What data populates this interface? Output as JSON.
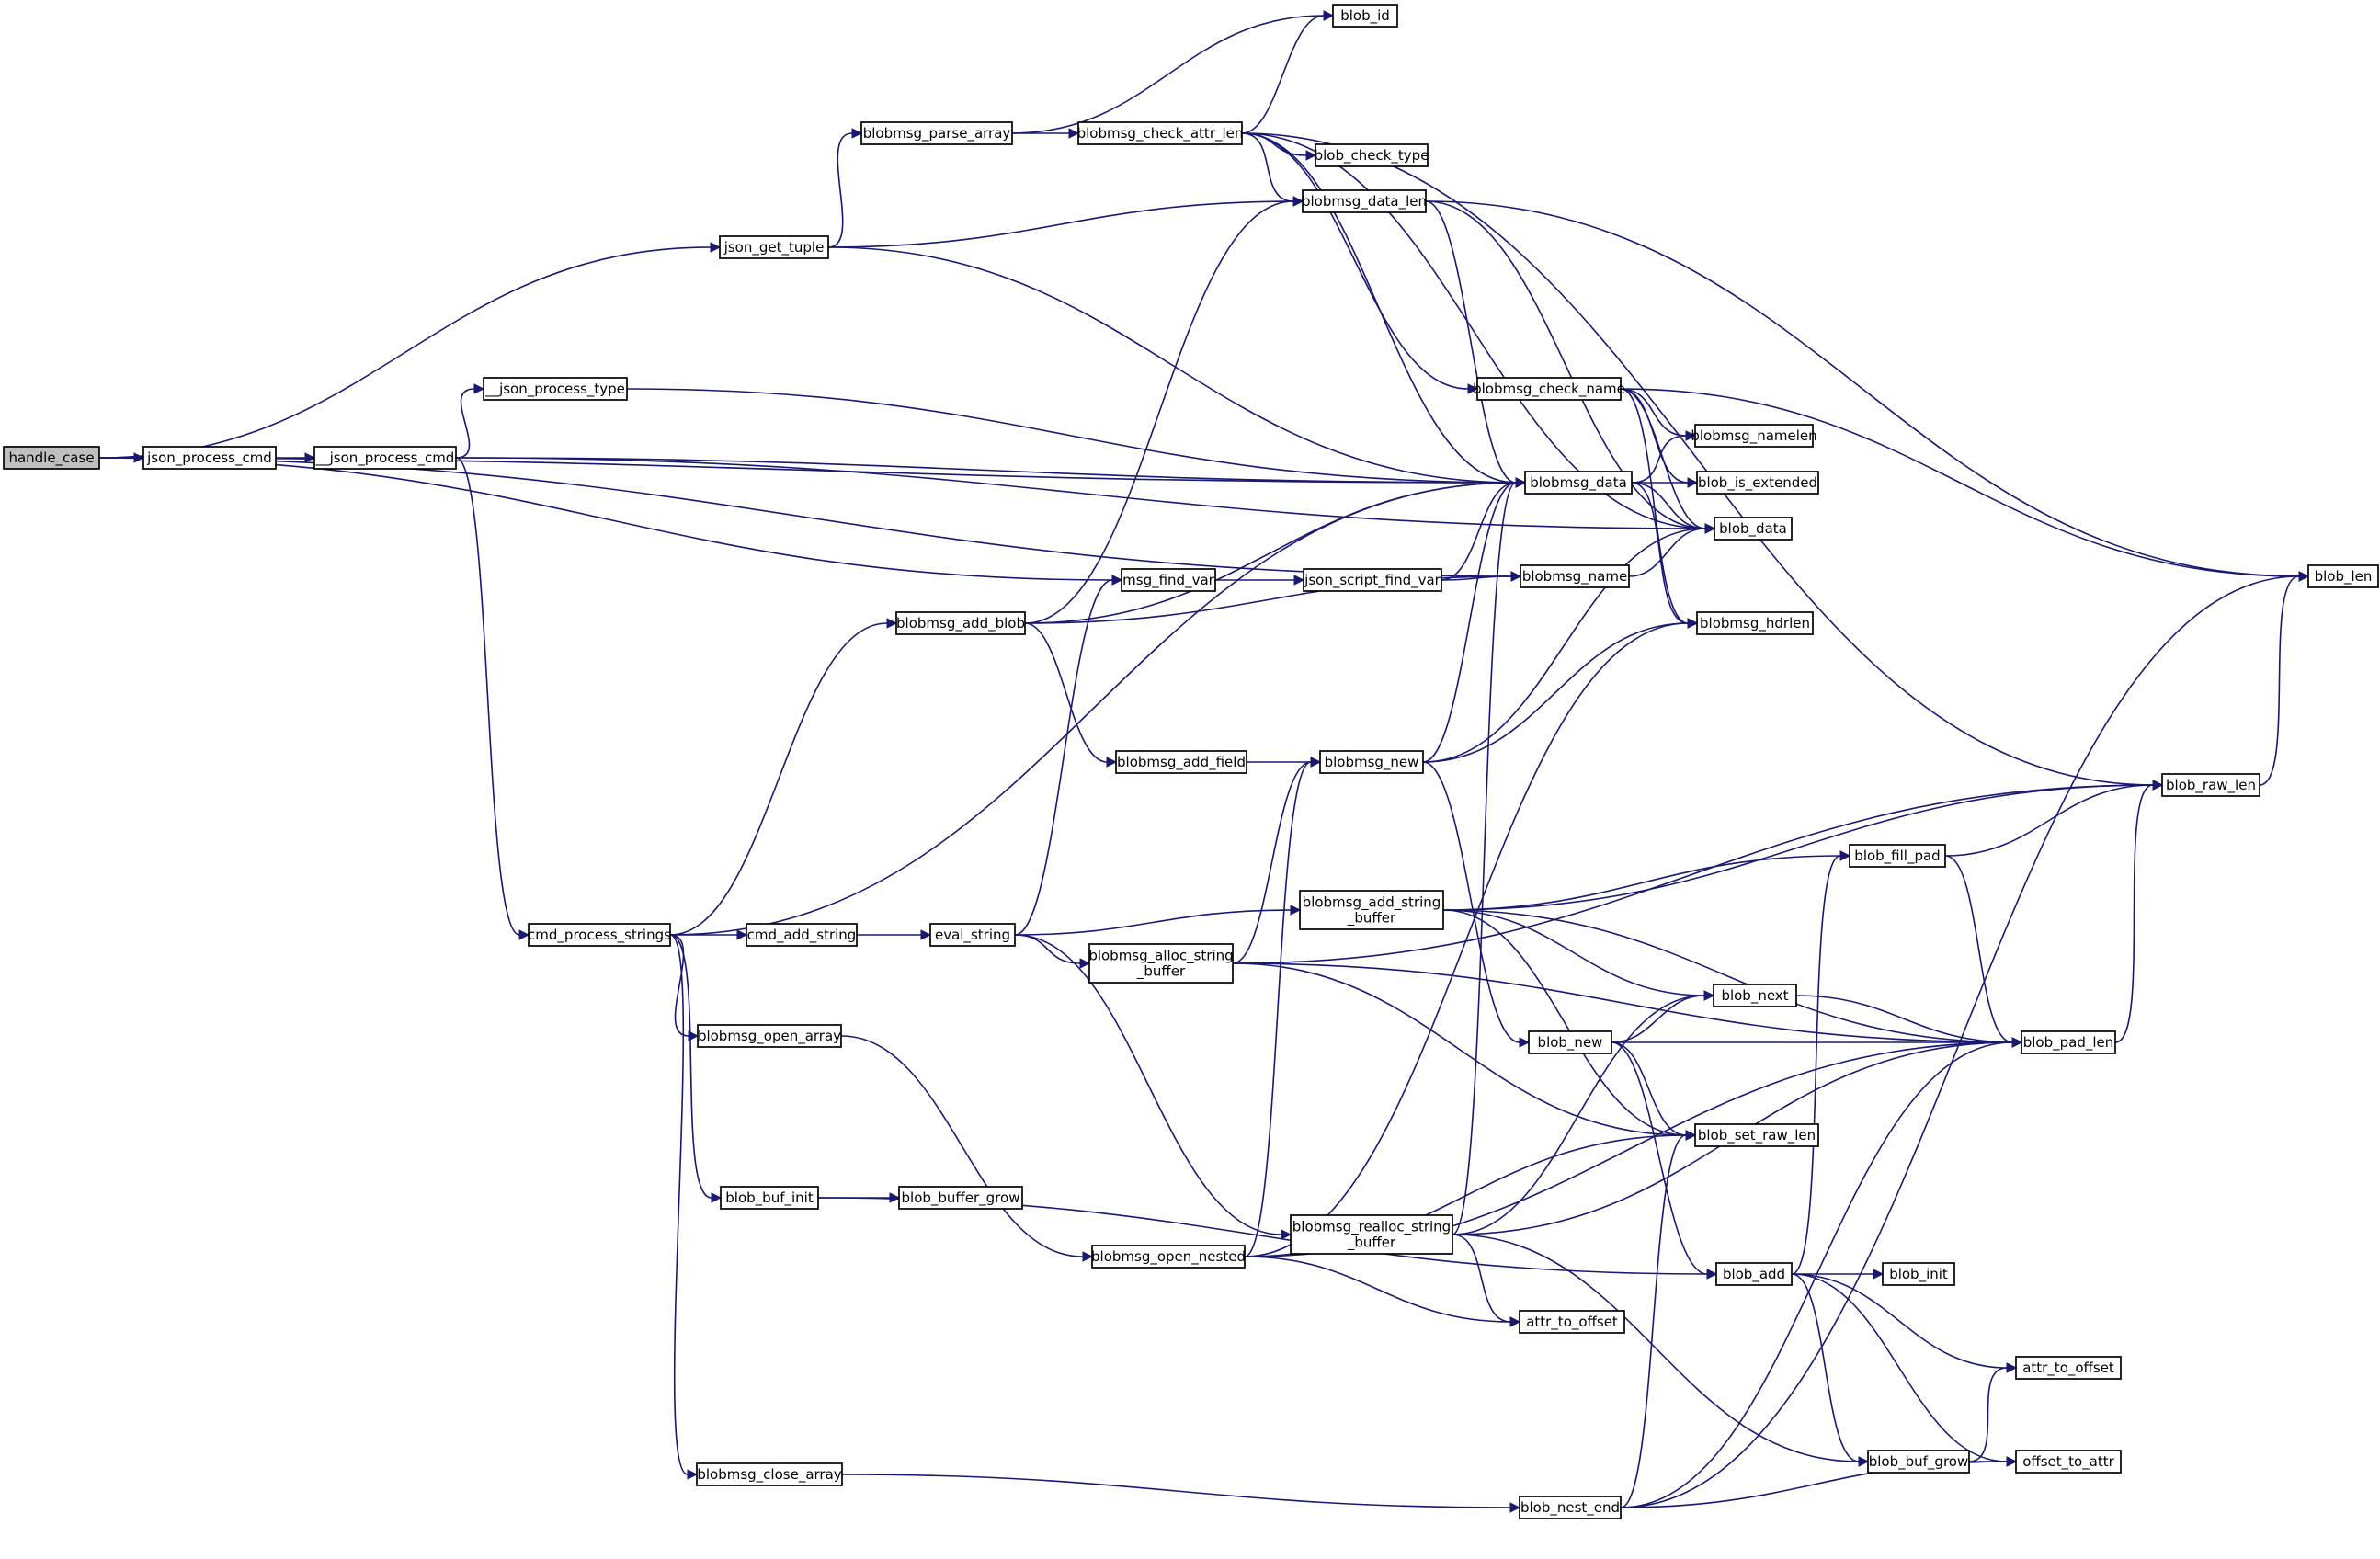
{
  "diagram": {
    "root": "handle_case",
    "nodes": [
      {
        "id": "handle_case",
        "label": [
          "handle_case"
        ]
      },
      {
        "id": "json_process_cmd",
        "label": [
          "json_process_cmd"
        ]
      },
      {
        "id": "__json_process_cmd",
        "label": [
          "__json_process_cmd"
        ]
      },
      {
        "id": "__json_process_type",
        "label": [
          "__json_process_type"
        ]
      },
      {
        "id": "json_get_tuple",
        "label": [
          "json_get_tuple"
        ]
      },
      {
        "id": "blobmsg_parse_array",
        "label": [
          "blobmsg_parse_array"
        ]
      },
      {
        "id": "blobmsg_check_attr_len",
        "label": [
          "blobmsg_check_attr_len"
        ]
      },
      {
        "id": "blob_id",
        "label": [
          "blob_id"
        ]
      },
      {
        "id": "blob_check_type",
        "label": [
          "blob_check_type"
        ]
      },
      {
        "id": "blobmsg_data_len",
        "label": [
          "blobmsg_data_len"
        ]
      },
      {
        "id": "blobmsg_check_name",
        "label": [
          "blobmsg_check_name"
        ]
      },
      {
        "id": "blobmsg_namelen",
        "label": [
          "blobmsg_namelen"
        ]
      },
      {
        "id": "blobmsg_data",
        "label": [
          "blobmsg_data"
        ]
      },
      {
        "id": "blob_is_extended",
        "label": [
          "blob_is_extended"
        ]
      },
      {
        "id": "blob_data",
        "label": [
          "blob_data"
        ]
      },
      {
        "id": "blob_len",
        "label": [
          "blob_len"
        ]
      },
      {
        "id": "blobmsg_name",
        "label": [
          "blobmsg_name"
        ]
      },
      {
        "id": "blobmsg_hdrlen",
        "label": [
          "blobmsg_hdrlen"
        ]
      },
      {
        "id": "msg_find_var",
        "label": [
          "msg_find_var"
        ]
      },
      {
        "id": "json_script_find_var",
        "label": [
          "json_script_find_var"
        ]
      },
      {
        "id": "blobmsg_add_blob",
        "label": [
          "blobmsg_add_blob"
        ]
      },
      {
        "id": "blobmsg_add_field",
        "label": [
          "blobmsg_add_field"
        ]
      },
      {
        "id": "blobmsg_new",
        "label": [
          "blobmsg_new"
        ]
      },
      {
        "id": "blob_raw_len",
        "label": [
          "blob_raw_len"
        ]
      },
      {
        "id": "blob_fill_pad",
        "label": [
          "blob_fill_pad"
        ]
      },
      {
        "id": "cmd_process_strings",
        "label": [
          "cmd_process_strings"
        ]
      },
      {
        "id": "cmd_add_string",
        "label": [
          "cmd_add_string"
        ]
      },
      {
        "id": "eval_string",
        "label": [
          "eval_string"
        ]
      },
      {
        "id": "blobmsg_add_string_buffer",
        "label": [
          "blobmsg_add_string",
          "_buffer"
        ]
      },
      {
        "id": "blobmsg_alloc_string_buffer",
        "label": [
          "blobmsg_alloc_string",
          "_buffer"
        ]
      },
      {
        "id": "blob_next",
        "label": [
          "blob_next"
        ]
      },
      {
        "id": "blob_new",
        "label": [
          "blob_new"
        ]
      },
      {
        "id": "blob_pad_len",
        "label": [
          "blob_pad_len"
        ]
      },
      {
        "id": "blobmsg_open_array",
        "label": [
          "blobmsg_open_array"
        ]
      },
      {
        "id": "blob_set_raw_len",
        "label": [
          "blob_set_raw_len"
        ]
      },
      {
        "id": "blob_buf_init",
        "label": [
          "blob_buf_init"
        ]
      },
      {
        "id": "blob_buffer_grow",
        "label": [
          "blob_buffer_grow"
        ]
      },
      {
        "id": "blobmsg_realloc_string_buffer",
        "label": [
          "blobmsg_realloc_string",
          "_buffer"
        ]
      },
      {
        "id": "blobmsg_open_nested",
        "label": [
          "blobmsg_open_nested"
        ]
      },
      {
        "id": "blob_add",
        "label": [
          "blob_add"
        ]
      },
      {
        "id": "blob_init",
        "label": [
          "blob_init"
        ]
      },
      {
        "id": "attr_to_offset_1",
        "label": [
          "attr_to_offset"
        ]
      },
      {
        "id": "attr_to_offset_2",
        "label": [
          "attr_to_offset"
        ]
      },
      {
        "id": "blob_buf_grow",
        "label": [
          "blob_buf_grow"
        ]
      },
      {
        "id": "offset_to_attr",
        "label": [
          "offset_to_attr"
        ]
      },
      {
        "id": "blobmsg_close_array",
        "label": [
          "blobmsg_close_array"
        ]
      },
      {
        "id": "blob_nest_end",
        "label": [
          "blob_nest_end"
        ]
      }
    ],
    "edges": [
      [
        "handle_case",
        "json_process_cmd"
      ],
      [
        "handle_case",
        "json_get_tuple"
      ],
      [
        "handle_case",
        "blobmsg_data"
      ],
      [
        "handle_case",
        "msg_find_var"
      ],
      [
        "handle_case",
        "blobmsg_name"
      ],
      [
        "json_process_cmd",
        "__json_process_cmd"
      ],
      [
        "__json_process_cmd",
        "__json_process_type"
      ],
      [
        "__json_process_cmd",
        "blobmsg_data"
      ],
      [
        "__json_process_cmd",
        "blob_data"
      ],
      [
        "__json_process_cmd",
        "cmd_process_strings"
      ],
      [
        "__json_process_type",
        "blobmsg_data"
      ],
      [
        "json_get_tuple",
        "blobmsg_parse_array"
      ],
      [
        "json_get_tuple",
        "blobmsg_data_len"
      ],
      [
        "json_get_tuple",
        "blobmsg_data"
      ],
      [
        "blobmsg_parse_array",
        "blob_id"
      ],
      [
        "blobmsg_parse_array",
        "blobmsg_check_attr_len"
      ],
      [
        "blobmsg_check_attr_len",
        "blob_id"
      ],
      [
        "blobmsg_check_attr_len",
        "blob_raw_len"
      ],
      [
        "blobmsg_check_attr_len",
        "blobmsg_check_name"
      ],
      [
        "blobmsg_check_attr_len",
        "blob_check_type"
      ],
      [
        "blobmsg_check_attr_len",
        "blobmsg_data_len"
      ],
      [
        "blobmsg_check_attr_len",
        "blobmsg_data"
      ],
      [
        "blobmsg_check_attr_len",
        "blob_data"
      ],
      [
        "blobmsg_data_len",
        "blobmsg_data"
      ],
      [
        "blobmsg_data_len",
        "blob_data"
      ],
      [
        "blobmsg_data_len",
        "blob_len"
      ],
      [
        "blobmsg_check_name",
        "blobmsg_namelen"
      ],
      [
        "blobmsg_check_name",
        "blob_is_extended"
      ],
      [
        "blobmsg_check_name",
        "blob_data"
      ],
      [
        "blobmsg_check_name",
        "blobmsg_hdrlen"
      ],
      [
        "blobmsg_check_name",
        "blob_len"
      ],
      [
        "blobmsg_data",
        "blobmsg_namelen"
      ],
      [
        "blobmsg_data",
        "blob_is_extended"
      ],
      [
        "blobmsg_data",
        "blob_data"
      ],
      [
        "blobmsg_data",
        "blobmsg_hdrlen"
      ],
      [
        "blobmsg_name",
        "blob_data"
      ],
      [
        "msg_find_var",
        "json_script_find_var"
      ],
      [
        "json_script_find_var",
        "blobmsg_data"
      ],
      [
        "json_script_find_var",
        "blobmsg_name"
      ],
      [
        "blobmsg_add_blob",
        "blobmsg_data_len"
      ],
      [
        "blobmsg_add_blob",
        "blobmsg_data"
      ],
      [
        "blobmsg_add_blob",
        "blobmsg_name"
      ],
      [
        "blobmsg_add_blob",
        "blobmsg_add_field"
      ],
      [
        "blobmsg_add_field",
        "blobmsg_new"
      ],
      [
        "blobmsg_new",
        "blobmsg_data"
      ],
      [
        "blobmsg_new",
        "blobmsg_hdrlen"
      ],
      [
        "blobmsg_new",
        "blob_data"
      ],
      [
        "blobmsg_new",
        "blob_new"
      ],
      [
        "blob_raw_len",
        "blob_len"
      ],
      [
        "blob_fill_pad",
        "blob_raw_len"
      ],
      [
        "blob_fill_pad",
        "blob_pad_len"
      ],
      [
        "cmd_process_strings",
        "blobmsg_data"
      ],
      [
        "cmd_process_strings",
        "blobmsg_add_blob"
      ],
      [
        "cmd_process_strings",
        "cmd_add_string"
      ],
      [
        "cmd_process_strings",
        "blobmsg_open_array"
      ],
      [
        "cmd_process_strings",
        "blob_buf_init"
      ],
      [
        "cmd_process_strings",
        "blobmsg_close_array"
      ],
      [
        "cmd_add_string",
        "eval_string"
      ],
      [
        "eval_string",
        "msg_find_var"
      ],
      [
        "eval_string",
        "blobmsg_add_string_buffer"
      ],
      [
        "eval_string",
        "blobmsg_alloc_string_buffer"
      ],
      [
        "eval_string",
        "blobmsg_realloc_string_buffer"
      ],
      [
        "blobmsg_add_string_buffer",
        "blob_raw_len"
      ],
      [
        "blobmsg_add_string_buffer",
        "blob_fill_pad"
      ],
      [
        "blobmsg_add_string_buffer",
        "blob_next"
      ],
      [
        "blobmsg_add_string_buffer",
        "blob_pad_len"
      ],
      [
        "blobmsg_add_string_buffer",
        "blob_set_raw_len"
      ],
      [
        "blobmsg_alloc_string_buffer",
        "blobmsg_new"
      ],
      [
        "blobmsg_alloc_string_buffer",
        "blob_raw_len"
      ],
      [
        "blobmsg_alloc_string_buffer",
        "blob_pad_len"
      ],
      [
        "blobmsg_alloc_string_buffer",
        "blob_set_raw_len"
      ],
      [
        "blob_next",
        "blob_pad_len"
      ],
      [
        "blob_new",
        "blob_next"
      ],
      [
        "blob_new",
        "blob_pad_len"
      ],
      [
        "blob_new",
        "blob_set_raw_len"
      ],
      [
        "blob_new",
        "blob_add"
      ],
      [
        "blob_pad_len",
        "blob_raw_len"
      ],
      [
        "blobmsg_open_array",
        "blobmsg_open_nested"
      ],
      [
        "blob_buf_init",
        "blob_buffer_grow"
      ],
      [
        "blob_buf_init",
        "blob_add"
      ],
      [
        "blobmsg_realloc_string_buffer",
        "blobmsg_data"
      ],
      [
        "blobmsg_realloc_string_buffer",
        "blob_next"
      ],
      [
        "blobmsg_realloc_string_buffer",
        "blob_pad_len"
      ],
      [
        "blobmsg_realloc_string_buffer",
        "attr_to_offset_1"
      ],
      [
        "blobmsg_realloc_string_buffer",
        "blob_buf_grow"
      ],
      [
        "blobmsg_open_nested",
        "blobmsg_hdrlen"
      ],
      [
        "blobmsg_open_nested",
        "blobmsg_new"
      ],
      [
        "blobmsg_open_nested",
        "attr_to_offset_1"
      ],
      [
        "blobmsg_open_nested",
        "blob_set_raw_len"
      ],
      [
        "blobmsg_open_nested",
        "blob_pad_len"
      ],
      [
        "blob_add",
        "blob_fill_pad"
      ],
      [
        "blob_add",
        "blob_init"
      ],
      [
        "blob_add",
        "attr_to_offset_2"
      ],
      [
        "blob_add",
        "blob_buf_grow"
      ],
      [
        "blob_add",
        "offset_to_attr"
      ],
      [
        "blob_buf_grow",
        "attr_to_offset_2"
      ],
      [
        "blob_buf_grow",
        "offset_to_attr"
      ],
      [
        "blobmsg_close_array",
        "blob_nest_end"
      ],
      [
        "blob_nest_end",
        "blob_set_raw_len"
      ],
      [
        "blob_nest_end",
        "blob_pad_len"
      ],
      [
        "blob_nest_end",
        "offset_to_attr"
      ],
      [
        "blob_nest_end",
        "blob_len"
      ]
    ]
  }
}
